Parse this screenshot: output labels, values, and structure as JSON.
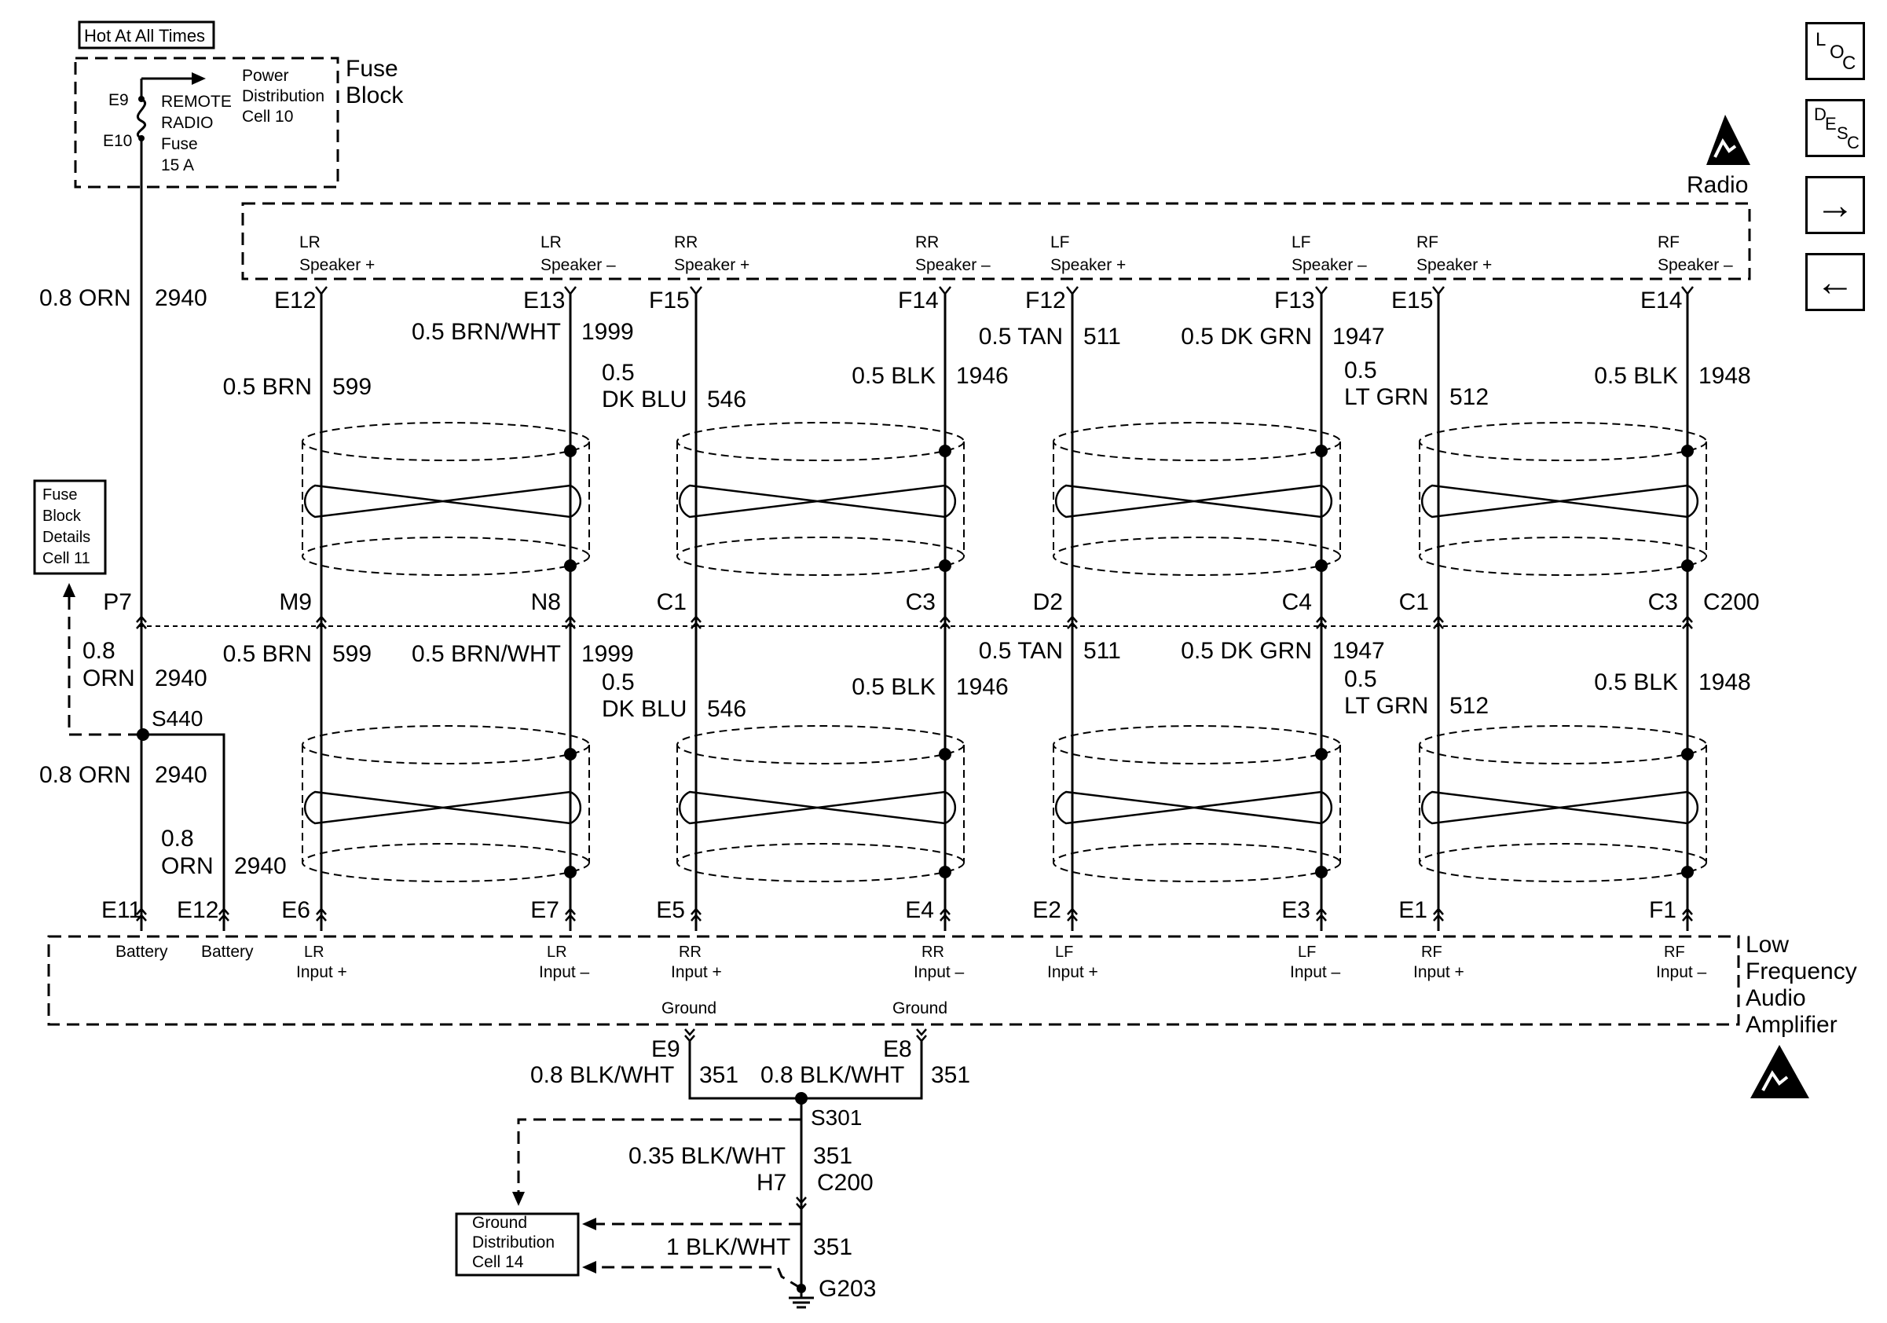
{
  "top": {
    "hot_label": "Hot At All Times",
    "fuse_block_label": [
      "Fuse",
      "Block"
    ],
    "power_dist_label": [
      "Power",
      "Distribution",
      "Cell 10"
    ],
    "fuse_label": [
      "REMOTE",
      "RADIO",
      "Fuse",
      "15 A"
    ],
    "fuse_pins": [
      "E9",
      "E10"
    ],
    "fuse_wire": {
      "gauge": "0.8 ORN",
      "circuit": "2940"
    }
  },
  "radio": {
    "label": "Radio",
    "pins": [
      {
        "side": "LR",
        "fn": "Speaker +",
        "pin": "E12"
      },
      {
        "side": "LR",
        "fn": "Speaker –",
        "pin": "E13"
      },
      {
        "side": "RR",
        "fn": "Speaker +",
        "pin": "F15"
      },
      {
        "side": "RR",
        "fn": "Speaker –",
        "pin": "F14"
      },
      {
        "side": "LF",
        "fn": "Speaker +",
        "pin": "F12"
      },
      {
        "side": "LF",
        "fn": "Speaker –",
        "pin": "F13"
      },
      {
        "side": "RF",
        "fn": "Speaker +",
        "pin": "E15"
      },
      {
        "side": "RF",
        "fn": "Speaker –",
        "pin": "E14"
      }
    ]
  },
  "upper_wires": [
    {
      "gauge": "0.5 BRN",
      "circuit": "599"
    },
    {
      "gauge": "0.5 BRN/WHT",
      "circuit": "1999"
    },
    {
      "gauge": [
        "0.5",
        "DK BLU"
      ],
      "circuit": "546"
    },
    {
      "gauge": "0.5 BLK",
      "circuit": "1946"
    },
    {
      "gauge": "0.5 TAN",
      "circuit": "511"
    },
    {
      "gauge": "0.5 DK GRN",
      "circuit": "1947"
    },
    {
      "gauge": [
        "0.5",
        "LT GRN"
      ],
      "circuit": "512"
    },
    {
      "gauge": "0.5 BLK",
      "circuit": "1948"
    }
  ],
  "c200": {
    "label": "C200",
    "pins": [
      "P7",
      "M9",
      "N8",
      "C1",
      "C3",
      "D2",
      "C4",
      "C1",
      "C3"
    ]
  },
  "lower_wires": [
    {
      "gauge": "0.5 BRN",
      "circuit": "599"
    },
    {
      "gauge": "0.5 BRN/WHT",
      "circuit": "1999"
    },
    {
      "gauge": [
        "0.5",
        "DK BLU"
      ],
      "circuit": "546"
    },
    {
      "gauge": "0.5 BLK",
      "circuit": "1946"
    },
    {
      "gauge": "0.5 TAN",
      "circuit": "511"
    },
    {
      "gauge": "0.5 DK GRN",
      "circuit": "1947"
    },
    {
      "gauge": [
        "0.5",
        "LT GRN"
      ],
      "circuit": "512"
    },
    {
      "gauge": "0.5 BLK",
      "circuit": "1948"
    }
  ],
  "left_branch": {
    "fuse_details": [
      "Fuse",
      "Block",
      "Details",
      "Cell 11"
    ],
    "wire_a": {
      "gauge": [
        "0.8",
        "ORN"
      ],
      "circuit": "2940"
    },
    "splice": "S440",
    "wire_b": {
      "gauge": "0.8 ORN",
      "circuit": "2940"
    },
    "wire_c": {
      "gauge": [
        "0.8",
        "ORN"
      ],
      "circuit": "2940"
    }
  },
  "amplifier": {
    "label": [
      "Low",
      "Frequency",
      "Audio",
      "Amplifier"
    ],
    "battery_pins": [
      {
        "pin": "E11",
        "fn": "Battery"
      },
      {
        "pin": "E12",
        "fn": "Battery"
      }
    ],
    "pins": [
      {
        "pin": "E6",
        "side": "LR",
        "fn": "Input +"
      },
      {
        "pin": "E7",
        "side": "LR",
        "fn": "Input –"
      },
      {
        "pin": "E5",
        "side": "RR",
        "fn": "Input +"
      },
      {
        "pin": "E4",
        "side": "RR",
        "fn": "Input –"
      },
      {
        "pin": "E2",
        "side": "LF",
        "fn": "Input +"
      },
      {
        "pin": "E3",
        "side": "LF",
        "fn": "Input –"
      },
      {
        "pin": "E1",
        "side": "RF",
        "fn": "Input +"
      },
      {
        "pin": "F1",
        "side": "RF",
        "fn": "Input –"
      }
    ],
    "ground_pins": [
      {
        "pin": "E9",
        "fn": "Ground"
      },
      {
        "pin": "E8",
        "fn": "Ground"
      }
    ]
  },
  "ground": {
    "wire_e9": {
      "gauge": "0.8 BLK/WHT",
      "circuit": "351"
    },
    "wire_e8": {
      "gauge": "0.8 BLK/WHT",
      "circuit": "351"
    },
    "splice": "S301",
    "wire_mid": {
      "gauge": "0.35 BLK/WHT",
      "circuit": "351"
    },
    "conn_pin": "H7",
    "conn": "C200",
    "wire_low": {
      "gauge": "1 BLK/WHT",
      "circuit": "351"
    },
    "ground_point": "G203",
    "dist_label": [
      "Ground",
      "Distribution",
      "Cell 14"
    ]
  },
  "nav": {
    "loc": [
      "L",
      "O",
      "C"
    ],
    "desc": [
      "D",
      "E",
      "S",
      "C"
    ],
    "next": "→",
    "prev": "←",
    "icons": [
      "esd-warning-icon",
      "arrow-right-icon",
      "arrow-left-icon"
    ]
  }
}
